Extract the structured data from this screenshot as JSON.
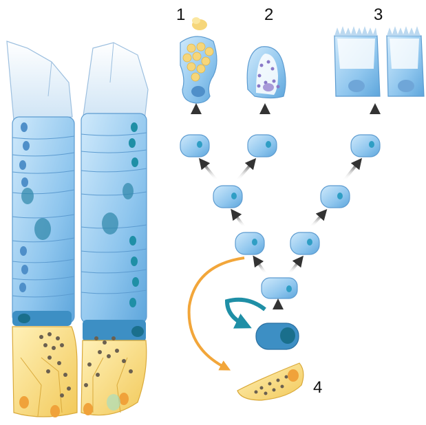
{
  "labels": {
    "one": "1",
    "two": "2",
    "three": "3",
    "four": "4"
  },
  "colors": {
    "cell_blue": "#9fd0f2",
    "cell_blue_dark": "#6fb0e0",
    "nucleus": "#2f9ec4",
    "paneth_yellow": "#f6d67a",
    "goblet_yellow": "#fbe7a0",
    "orange_arrow": "#f2a63a",
    "teal_arrow": "#1f8fa6",
    "arrow_dark": "#3a3a3a",
    "granule_purple": "#8a79c9"
  }
}
